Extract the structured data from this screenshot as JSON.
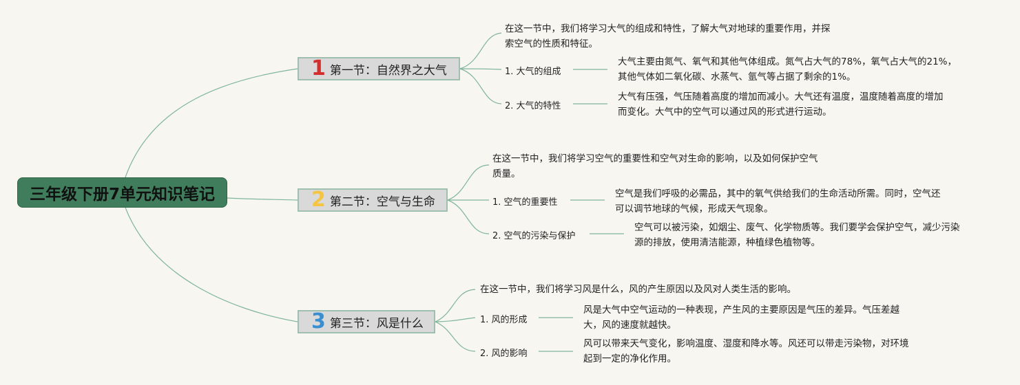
{
  "root": {
    "title": "三年级下册7单元知识笔记"
  },
  "sections": [
    {
      "number": "1",
      "number_color": "#d32f2f",
      "title": "第一节：自然界之大气",
      "intro_lines": [
        "在这一节中，我们将学习大气的组成和特性，了解大气对地球的重要作用，并探",
        "索空气的性质和特征。"
      ],
      "items": [
        {
          "label": "1. 大气的组成",
          "lines": [
            "大气主要由氮气、氧气和其他气体组成。氮气占大气的78%，氧气占大气的21%，",
            "其他气体如二氧化碳、水蒸气、氩气等占据了剩余的1%。"
          ]
        },
        {
          "label": "2. 大气的特性",
          "lines": [
            "大气有压强，气压随着高度的增加而减小。大气还有温度，温度随着高度的增加",
            "而变化。大气中的空气可以通过风的形式进行运动。"
          ]
        }
      ]
    },
    {
      "number": "2",
      "number_color": "#f5c542",
      "title": "第二节：空气与生命",
      "intro_lines": [
        "在这一节中，我们将学习空气的重要性和空气对生命的影响，以及如何保护空气",
        "质量。"
      ],
      "items": [
        {
          "label": "1. 空气的重要性",
          "lines": [
            "空气是我们呼吸的必需品，其中的氧气供给我们的生命活动所需。同时，空气还",
            "可以调节地球的气候，形成天气现象。"
          ]
        },
        {
          "label": "2. 空气的污染与保护",
          "lines": [
            "空气可以被污染，如烟尘、废气、化学物质等。我们要学会保护空气，减少污染",
            "源的排放，使用清洁能源，种植绿色植物等。"
          ]
        }
      ]
    },
    {
      "number": "3",
      "number_color": "#3a8fd1",
      "title": "第三节：风是什么",
      "intro_lines": [
        "在这一节中，我们将学习风是什么，风的产生原因以及风对人类生活的影响。"
      ],
      "items": [
        {
          "label": "1. 风的形成",
          "lines": [
            "风是大气中空气运动的一种表现，产生风的主要原因是气压的差异。气压差越",
            "大，风的速度就越快。"
          ]
        },
        {
          "label": "2. 风的影响",
          "lines": [
            "风可以带来天气变化，影响温度、湿度和降水等。风还可以带走污染物，对环境",
            "起到一定的净化作用。"
          ]
        }
      ]
    }
  ],
  "colors": {
    "line": "#7fb59a",
    "root_bg": "#3f7d5c",
    "section_bg": "#d9d9d9",
    "section_border": "#9fbfb0"
  }
}
